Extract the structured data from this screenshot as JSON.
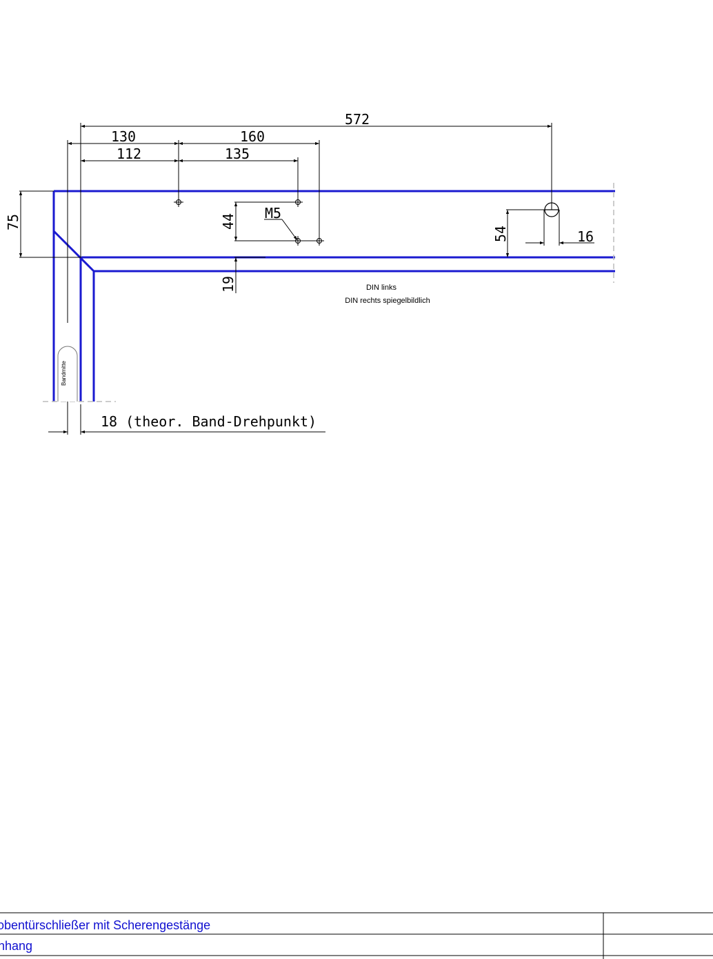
{
  "dimensions": {
    "d572": "572",
    "d130": "130",
    "d160": "160",
    "d112": "112",
    "d135": "135",
    "d75": "75",
    "d44": "44",
    "d54": "54",
    "d16": "16",
    "d19": "19",
    "d18": "18 (theor. Band-Drehpunkt)"
  },
  "labels": {
    "thread": "M5",
    "din_left": "DIN links",
    "din_right": "DIN rechts spiegelbildlich",
    "hinge_center": "Bandmitte"
  },
  "title_block": {
    "row1": "obentürschließer mit Scherengestänge",
    "row2": "nhang"
  },
  "colors": {
    "frame_blue": "#1a1ad0",
    "title_blue": "#1010d0",
    "dimension_line": "#000000"
  }
}
